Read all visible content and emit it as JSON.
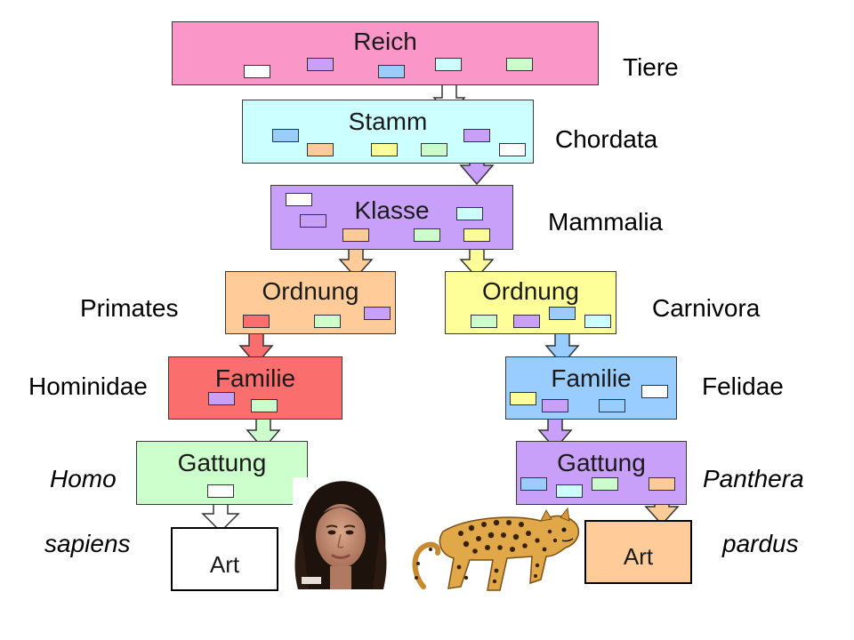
{
  "colors": {
    "reich": "#fb96c8",
    "stamm": "#ccffff",
    "klasse": "#c8a0fa",
    "ordnung_left": "#ffcc99",
    "ordnung_right": "#ffff99",
    "familie_left": "#fa6e6e",
    "familie_right": "#99ccff",
    "gattung_left": "#ccffcc",
    "gattung_right": "#c8a0fa",
    "art_left": "#ffffff",
    "art_right": "#ffcc99"
  },
  "ranks": {
    "reich": "Reich",
    "stamm": "Stamm",
    "klasse": "Klasse",
    "ordnung": "Ordnung",
    "familie": "Familie",
    "gattung": "Gattung",
    "art": "Art"
  },
  "taxa": {
    "reich": "Tiere",
    "stamm": "Chordata",
    "klasse": "Mammalia",
    "ordnung_left": "Primates",
    "ordnung_right": "Carnivora",
    "familie_left": "Hominidae",
    "familie_right": "Felidae",
    "gattung_left": "Homo",
    "gattung_right": "Panthera",
    "art_left": "sapiens",
    "art_right": "pardus"
  },
  "images": {
    "woman": "woman-portrait-photo",
    "leopard": "leopard-illustration"
  }
}
